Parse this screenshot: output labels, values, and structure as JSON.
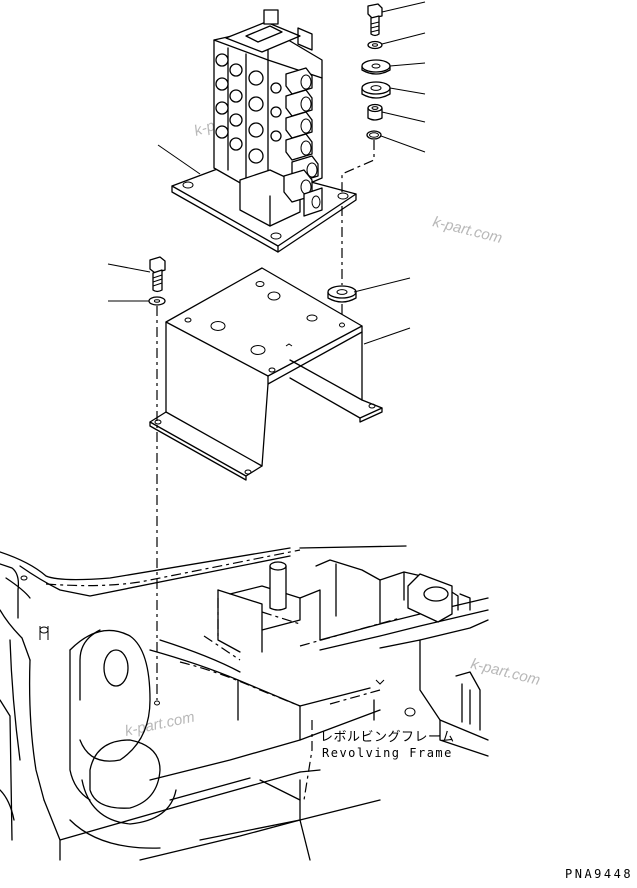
{
  "diagram": {
    "frame_label_jp": "レボルビングフレーム",
    "frame_label_en": "Revolving Frame",
    "drawing_code": "PNA9448",
    "watermark": "k-part.com"
  }
}
